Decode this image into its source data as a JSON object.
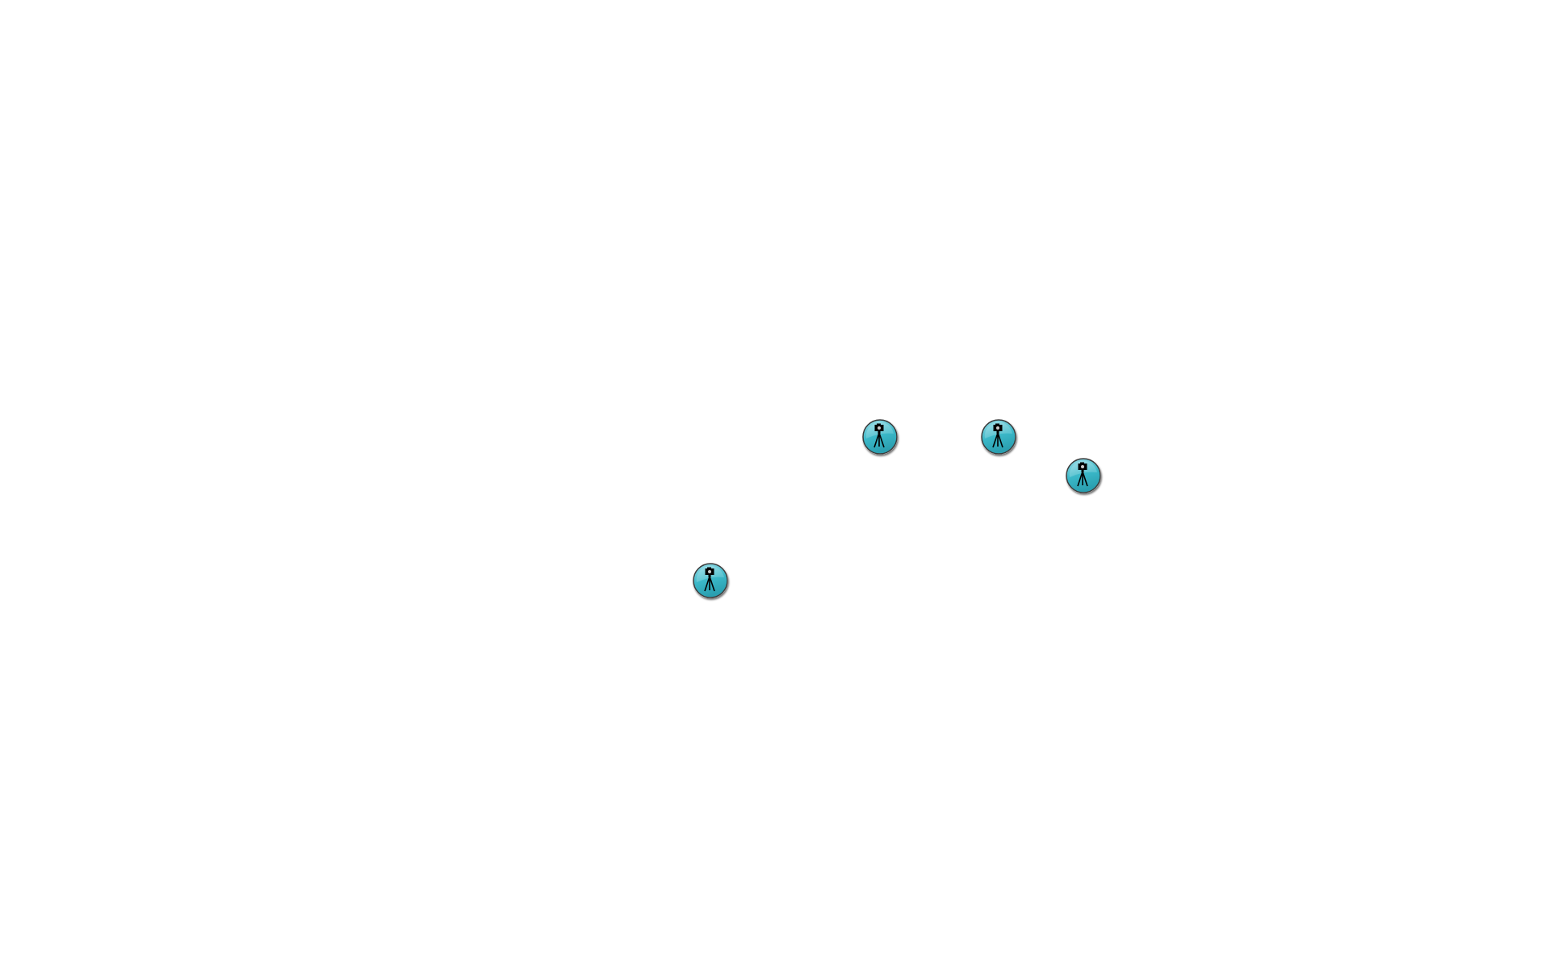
{
  "map": {
    "marker_color": "#3bb8c8",
    "marker_color_light": "#9fe0ea",
    "marker_icon": "camera-tripod-icon",
    "markers": [
      {
        "id": "camera-1"
      },
      {
        "id": "camera-2"
      },
      {
        "id": "camera-3"
      },
      {
        "id": "camera-4"
      }
    ]
  }
}
